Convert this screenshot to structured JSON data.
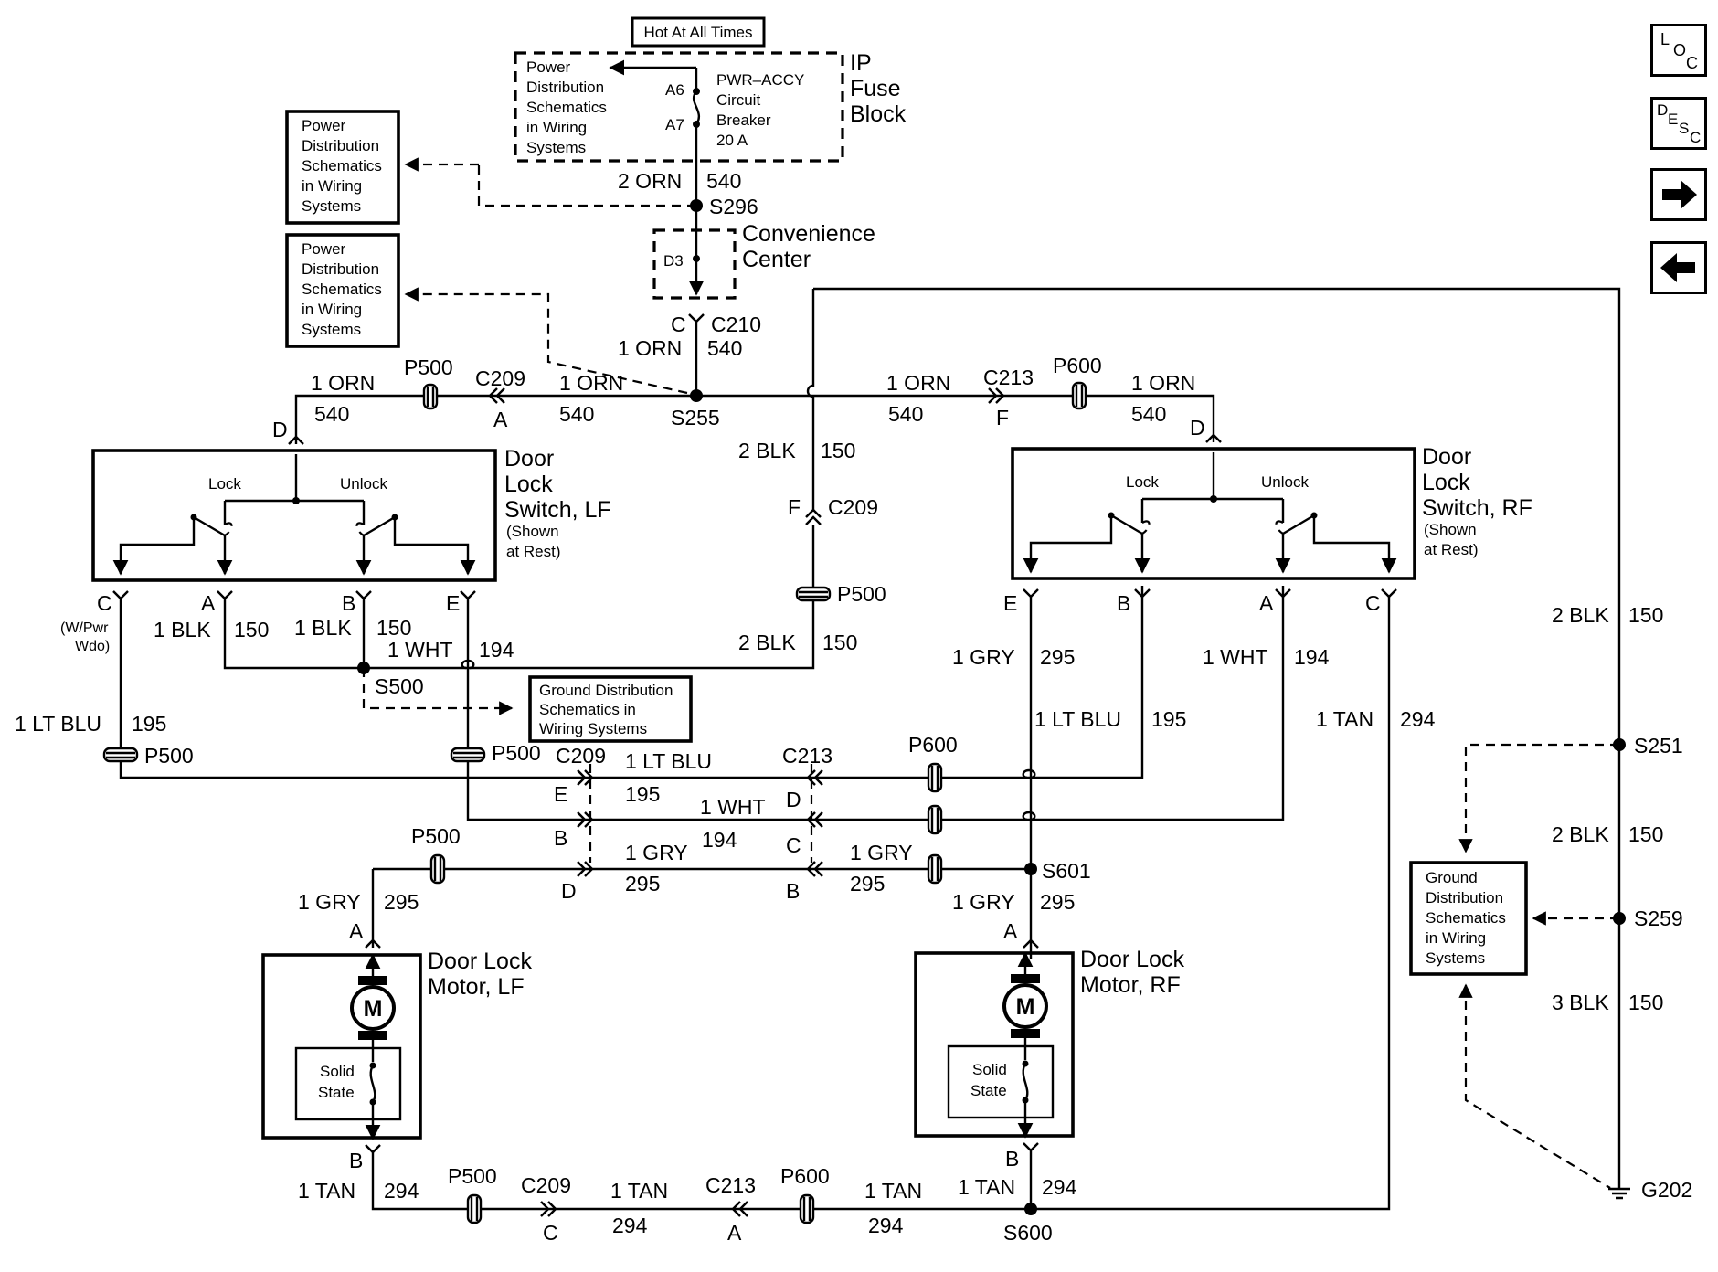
{
  "nav": {
    "loc": [
      "L",
      "O",
      "C"
    ],
    "desc": [
      "D",
      "E",
      "S",
      "C"
    ],
    "next_icon": "arrow-right-icon",
    "prev_icon": "arrow-left-icon"
  },
  "power": {
    "hot_at_all_times": "Hot At All Times",
    "pd_in_box": [
      "Power",
      "Distribution",
      "Schematics",
      "in Wiring",
      "Systems"
    ],
    "pin_a6": "A6",
    "pin_a7": "A7",
    "breaker": [
      "PWR–ACCY",
      "Circuit",
      "Breaker",
      "20 A"
    ],
    "fuse_block": [
      "IP",
      "Fuse",
      "Block"
    ],
    "pd_box1": [
      "Power",
      "Distribution",
      "Schematics",
      "in Wiring",
      "Systems"
    ],
    "pd_box2": [
      "Power",
      "Distribution",
      "Schematics",
      "in Wiring",
      "Systems"
    ],
    "wire_2orn": "2 ORN",
    "c540": "540",
    "s296": "S296",
    "d3": "D3",
    "conv_center": [
      "Convenience",
      "Center"
    ],
    "c_pin": "C",
    "c210": "C210",
    "wire_1orn_a": "1 ORN",
    "c540_a": "540",
    "s255": "S255"
  },
  "lf": {
    "orn": "1 ORN",
    "c540": "540",
    "p500": "P500",
    "c209": "C209",
    "pin_a": "A",
    "orn2": "1 ORN",
    "c540b": "540",
    "pin_d": "D",
    "switch_title": [
      "Door",
      "Lock",
      "Switch, LF"
    ],
    "shown": [
      "(Shown",
      "at Rest)"
    ],
    "lock": "Lock",
    "unlock": "Unlock",
    "pin_c": "C",
    "pin_a2": "A",
    "pin_b": "B",
    "pin_e": "E",
    "wpwr": [
      "(W/Pwr",
      "Wdo)"
    ],
    "blk1": "1 BLK",
    "c150a": "150",
    "blk2": "1 BLK",
    "c150b": "150",
    "wht": "1 WHT",
    "c194": "194",
    "s500": "S500",
    "gd_box": [
      "Ground Distribution",
      "Schematics in",
      "Wiring Systems"
    ],
    "ltblu": "1 LT BLU",
    "c195": "195",
    "p500a": "P500",
    "p500b": "P500"
  },
  "mid": {
    "blk2": "2 BLK",
    "c150": "150",
    "pin_f": "F",
    "c209": "C209",
    "p500": "P500",
    "blk2b": "2 BLK",
    "c150b": "150",
    "c209b": "C209",
    "ltblu": "1 LT BLU",
    "c213": "C213",
    "pin_e": "E",
    "c195": "195",
    "pin_d": "D",
    "wht": "1 WHT",
    "p600": "P600",
    "pin_b": "B",
    "gry": "1 GRY",
    "c194": "194",
    "pin_c": "C",
    "c295": "295",
    "pin_d2": "D",
    "pin_b2": "B",
    "gry2": "1 GRY",
    "c295b": "295"
  },
  "rf": {
    "orn": "1 ORN",
    "c540": "540",
    "c213": "C213",
    "pin_f": "F",
    "p600": "P600",
    "orn2": "1 ORN",
    "c540b": "540",
    "pin_d": "D",
    "switch_title": [
      "Door",
      "Lock",
      "Switch, RF"
    ],
    "shown": [
      "(Shown",
      "at Rest)"
    ],
    "lock": "Lock",
    "unlock": "Unlock",
    "pin_e": "E",
    "pin_b": "B",
    "pin_a": "A",
    "pin_c": "C",
    "gry": "1 GRY",
    "c295": "295",
    "wht": "1 WHT",
    "c194": "194",
    "ltblu": "1 LT BLU",
    "c195": "195",
    "tan": "1 TAN",
    "c294": "294",
    "s601": "S601",
    "gry2": "1 GRY",
    "c295b": "295"
  },
  "motors": {
    "lf_p500": "P500",
    "lf_gry": "1 GRY",
    "lf_295": "295",
    "lf_pin_a": "A",
    "lf_title": [
      "Door Lock",
      "Motor, LF"
    ],
    "m": "M",
    "solid": [
      "Solid",
      "State"
    ],
    "lf_pin_b": "B",
    "lf_tan": "1 TAN",
    "lf_294": "294",
    "rf_pin_a": "A",
    "rf_title": [
      "Door Lock",
      "Motor, RF"
    ],
    "rf_pin_b": "B",
    "rf_tan": "1 TAN",
    "rf_294": "294"
  },
  "bottom": {
    "p500": "P500",
    "c209": "C209",
    "pin_c": "C",
    "tan": "1 TAN",
    "c294": "294",
    "c213": "C213",
    "pin_a": "A",
    "p600": "P600",
    "tan2": "1 TAN",
    "c294b": "294",
    "s600": "S600"
  },
  "ground": {
    "blk2": "2 BLK",
    "c150": "150",
    "s251": "S251",
    "blk2b": "2 BLK",
    "c150b": "150",
    "s259": "S259",
    "blk3": "3 BLK",
    "c150c": "150",
    "g202": "G202",
    "gd_box": [
      "Ground",
      "Distribution",
      "Schematics",
      "in Wiring",
      "Systems"
    ]
  }
}
